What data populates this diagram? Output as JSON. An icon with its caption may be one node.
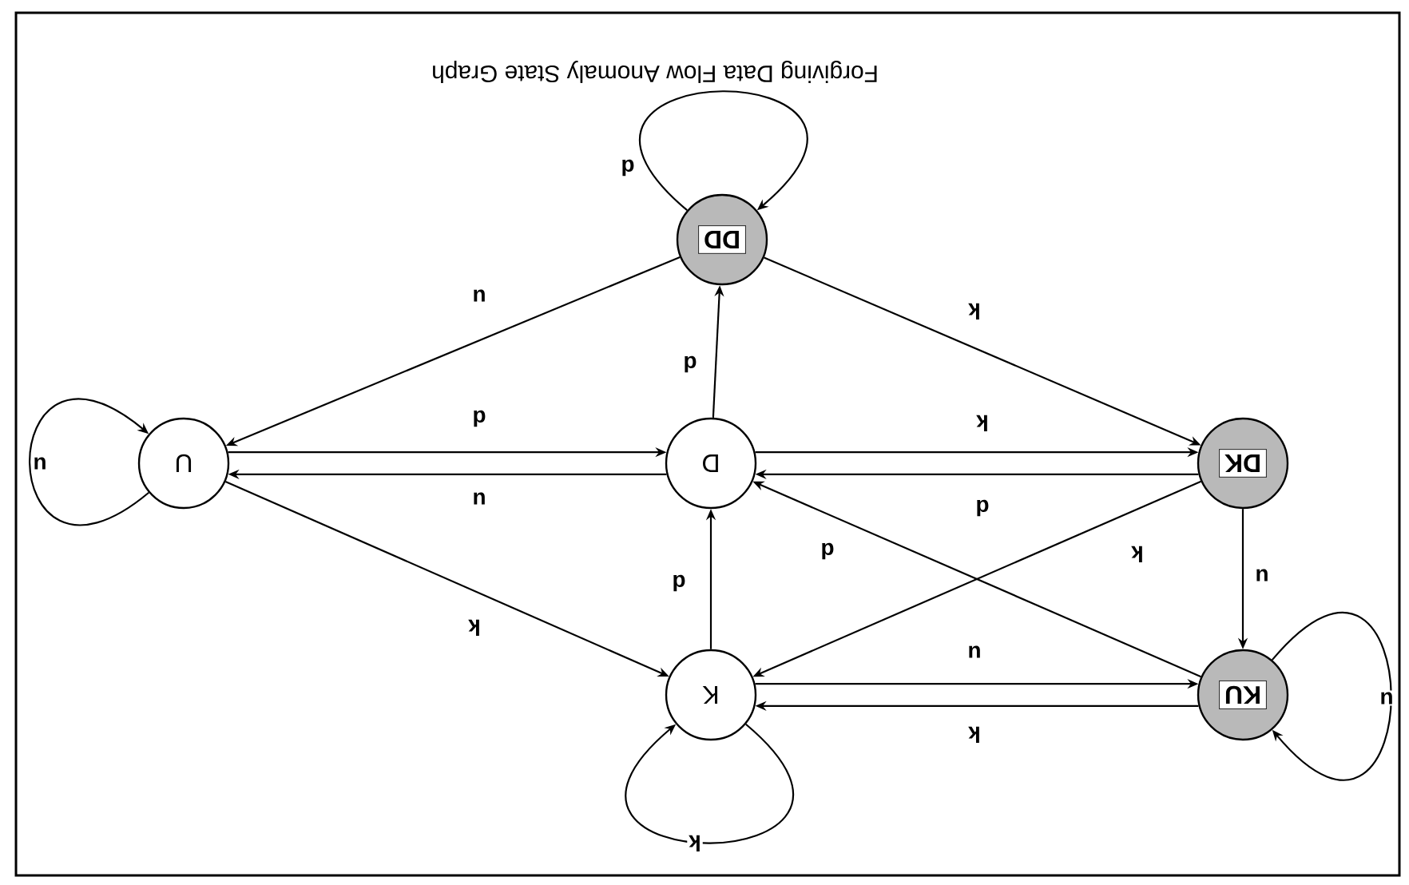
{
  "diagram": {
    "title": "Forgiving Data Flow Anomaly State Graph",
    "nodes": [
      {
        "text": [
          "DD"
        ]
      },
      {
        "text": [
          "U"
        ]
      },
      {
        "text": [
          "D"
        ]
      },
      {
        "text": [
          "DK"
        ]
      },
      {
        "text": [
          "K"
        ]
      },
      {
        "text": [
          "KU"
        ]
      }
    ],
    "edges": [
      {
        "from": 0,
        "to": 1,
        "arrow": "to",
        "label": "u"
      },
      {
        "from": 0,
        "to": 3,
        "arrow": "to",
        "label": "k"
      },
      {
        "from": 2,
        "to": 0,
        "arrow": "to",
        "label": "d"
      },
      {
        "from": 0,
        "to": 0,
        "arrow": "to",
        "label": "d"
      },
      {
        "from": 1,
        "to": 2,
        "arrow": "to",
        "label": "d"
      },
      {
        "from": 2,
        "to": 1,
        "arrow": "to",
        "label": "u"
      },
      {
        "from": 2,
        "to": 3,
        "arrow": "to",
        "label": "k"
      },
      {
        "from": 3,
        "to": 2,
        "arrow": "to",
        "label": "d"
      },
      {
        "from": 1,
        "to": 4,
        "arrow": "to",
        "label": "k"
      },
      {
        "from": 4,
        "to": 2,
        "arrow": "to",
        "label": "d"
      },
      {
        "from": 3,
        "to": 4,
        "arrow": "to",
        "label": "k"
      },
      {
        "from": 5,
        "to": 2,
        "arrow": "to",
        "label": "d"
      },
      {
        "from": 3,
        "to": 5,
        "arrow": "to",
        "label": "u"
      },
      {
        "from": 4,
        "to": 5,
        "arrow": "to",
        "label": "u"
      },
      {
        "from": 5,
        "to": 4,
        "arrow": "to",
        "label": "k"
      },
      {
        "from": 5,
        "to": 5,
        "arrow": "to",
        "label": "u"
      },
      {
        "from": 4,
        "to": 4,
        "arrow": "to",
        "label": "k"
      },
      {
        "from": 1,
        "to": 1,
        "arrow": "to",
        "label": "u"
      }
    ]
  }
}
